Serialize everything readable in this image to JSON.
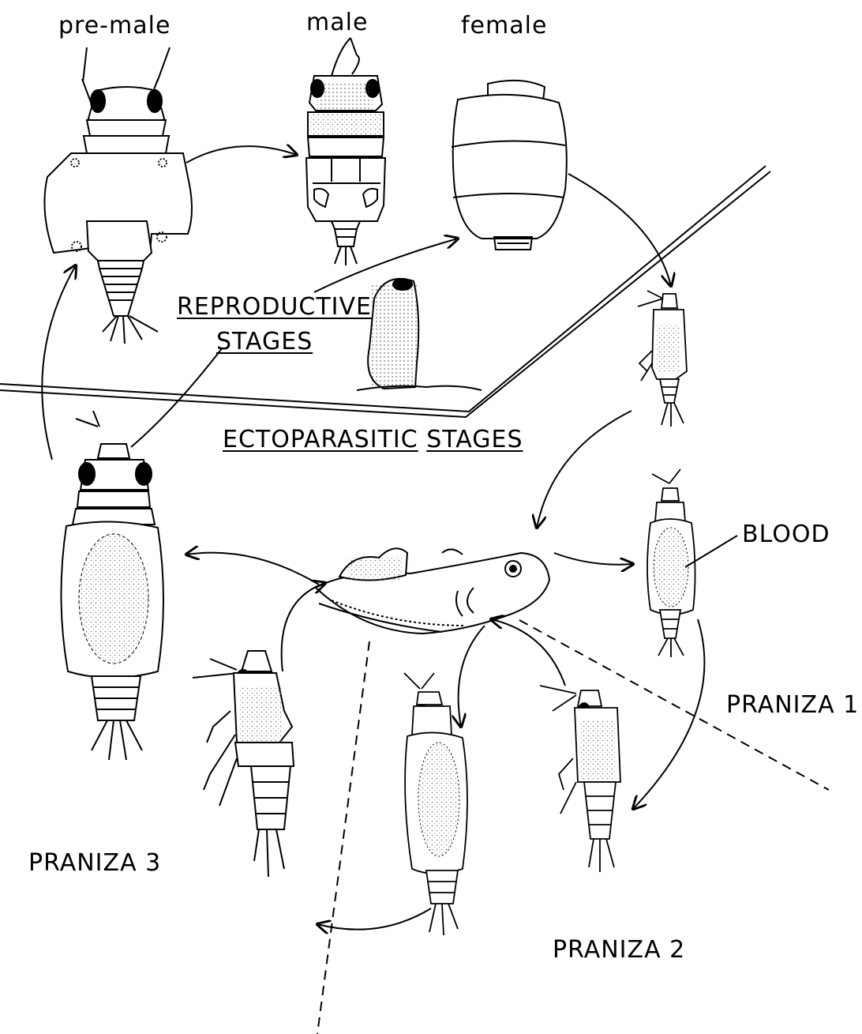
{
  "labels": {
    "pre_male": "pre-male",
    "male": "male",
    "female": "female",
    "reproductive_1": "REPRODUCTIVE",
    "reproductive_2": "STAGES",
    "ectoparasitic_1": "ECTOPARASITIC",
    "ectoparasitic_2": "STAGES",
    "blood": "BLOOD",
    "praniza_1": "PRANIZA 1",
    "praniza_2": "PRANIZA 2",
    "praniza_3": "PRANIZA 3"
  },
  "colors": {
    "ink": "#000000",
    "stipple": "#777777",
    "background": "#ffffff"
  }
}
